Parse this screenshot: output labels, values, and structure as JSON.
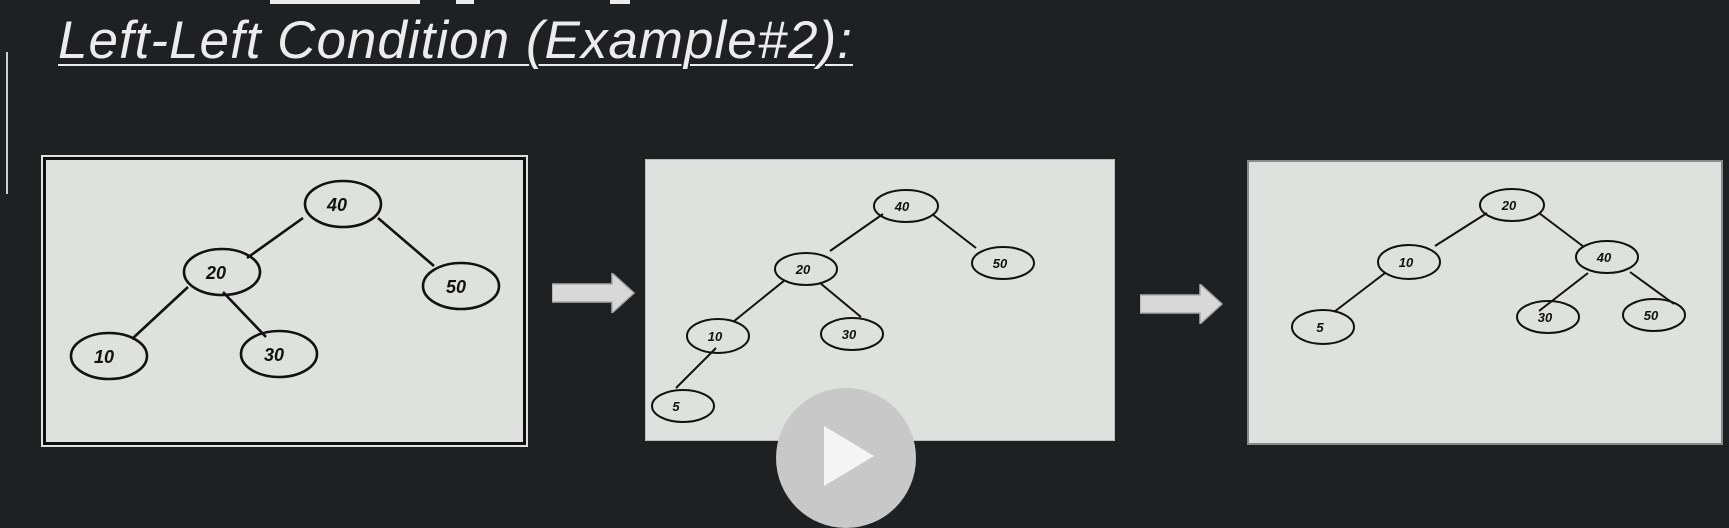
{
  "slide": {
    "title": "Left-Left Condition (Example#2):"
  },
  "diagrams": [
    {
      "name": "before",
      "nodes": [
        {
          "label": "40"
        },
        {
          "label": "20"
        },
        {
          "label": "50"
        },
        {
          "label": "10"
        },
        {
          "label": "30"
        }
      ]
    },
    {
      "name": "after-insert",
      "nodes": [
        {
          "label": "40"
        },
        {
          "label": "20"
        },
        {
          "label": "50"
        },
        {
          "label": "10"
        },
        {
          "label": "30"
        },
        {
          "label": "5"
        }
      ]
    },
    {
      "name": "after-rotation",
      "nodes": [
        {
          "label": "20"
        },
        {
          "label": "10"
        },
        {
          "label": "40"
        },
        {
          "label": "5"
        },
        {
          "label": "30"
        },
        {
          "label": "50"
        }
      ]
    }
  ],
  "icons": {
    "arrow": "right-arrow-icon",
    "play": "play-icon"
  },
  "colors": {
    "background": "#1e2022",
    "panel": "#dfe1de",
    "arrow": "#d8d8d8"
  }
}
